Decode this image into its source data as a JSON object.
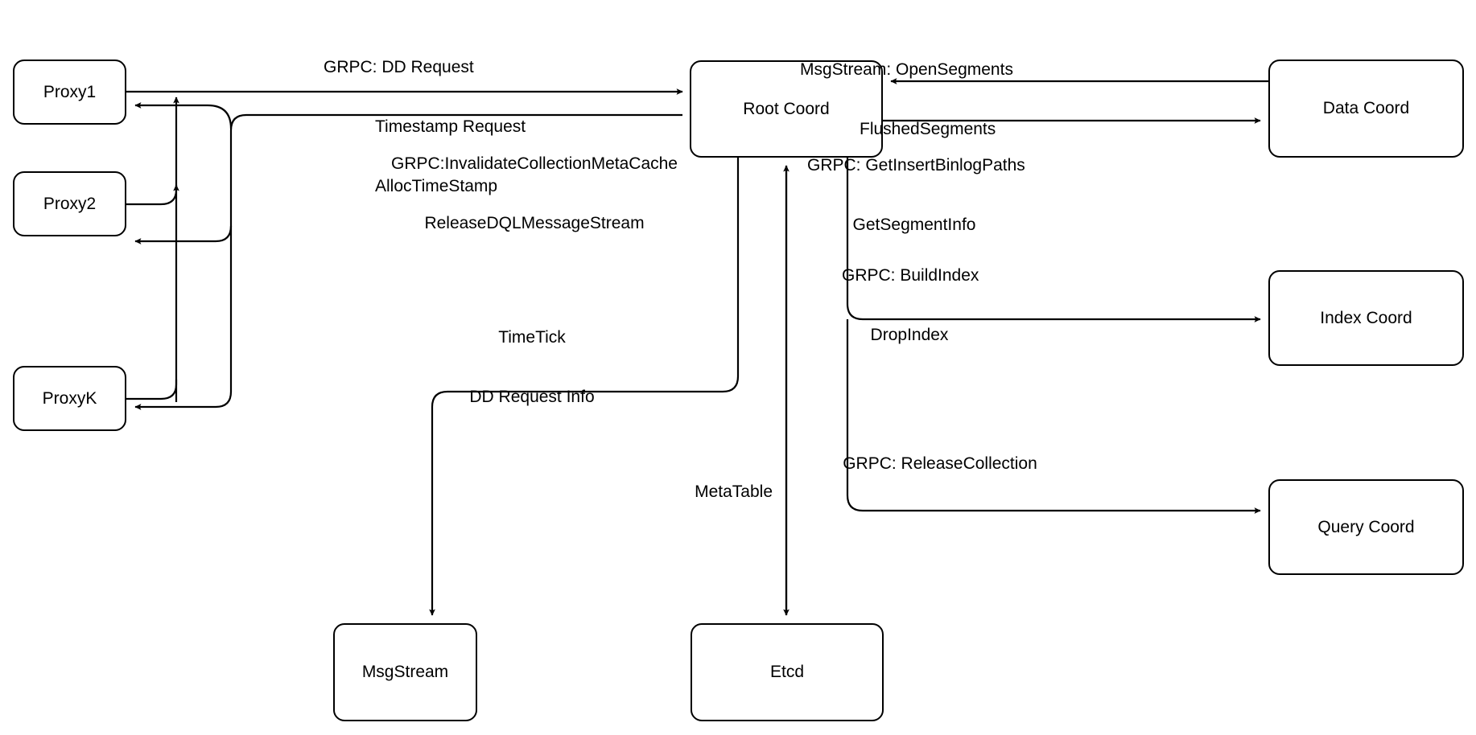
{
  "diagram": {
    "title": "Root Coord interaction diagram",
    "background_color": "#ffffff",
    "line_color": "#000000",
    "nodes": [
      {
        "id": "proxy1",
        "label": "Proxy1"
      },
      {
        "id": "proxy2",
        "label": "Proxy2"
      },
      {
        "id": "proxyk",
        "label": "ProxyK"
      },
      {
        "id": "root_coord",
        "label": "Root Coord"
      },
      {
        "id": "data_coord",
        "label": "Data Coord"
      },
      {
        "id": "index_coord",
        "label": "Index Coord"
      },
      {
        "id": "query_coord",
        "label": "Query Coord"
      },
      {
        "id": "msgstream",
        "label": "MsgStream"
      },
      {
        "id": "etcd",
        "label": "Etcd"
      }
    ],
    "edge_labels": [
      {
        "id": "proxy-to-root",
        "lines": [
          "GRPC: DD Request",
          "Timestamp Request",
          "AllocTimeStamp"
        ]
      },
      {
        "id": "root-to-proxy",
        "lines": [
          "GRPC:InvalidateCollectionMetaCache",
          "ReleaseDQLMessageStream"
        ]
      },
      {
        "id": "datacoord-to-root",
        "lines": [
          "MsgStream: OpenSegments",
          "FlushedSegments"
        ]
      },
      {
        "id": "root-to-datacoord",
        "lines": [
          "GRPC: GetInsertBinlogPaths",
          "GetSegmentInfo"
        ]
      },
      {
        "id": "root-to-indexcoord",
        "lines": [
          "GRPC: BuildIndex",
          "DropIndex"
        ]
      },
      {
        "id": "root-to-querycoord",
        "lines": [
          "GRPC: ReleaseCollection"
        ]
      },
      {
        "id": "root-to-msgstream",
        "lines": [
          "TimeTick",
          "DD Request Info"
        ]
      },
      {
        "id": "root-to-etcd",
        "lines": [
          "MetaTable"
        ]
      }
    ]
  }
}
